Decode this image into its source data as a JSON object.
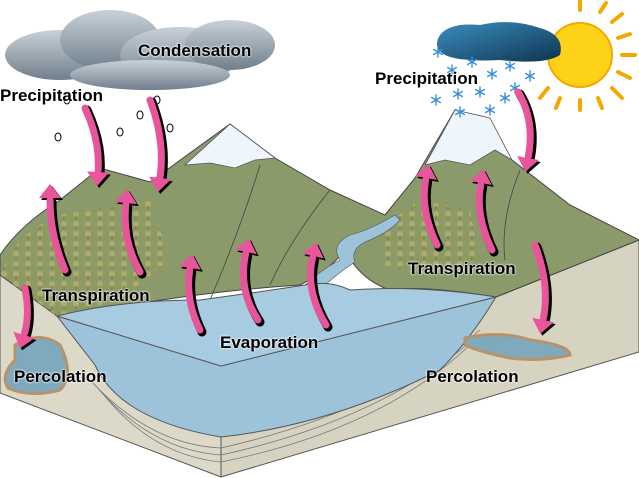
{
  "title": "Water cycle",
  "labels": {
    "condensation": "Condensation",
    "precipitation_left": "Precipitation",
    "precipitation_right": "Precipitation",
    "transpiration_left": "Transpiration",
    "transpiration_right": "Transpiration",
    "evaporation": "Evaporation",
    "percolation_left": "Percolation",
    "percolation_right": "Percolation"
  },
  "colors": {
    "arrow": "#e8559a",
    "water": "#9cc3da",
    "land": "#8a9a6a",
    "soil": "#dcd9c8",
    "snow": "#eef6fb",
    "sun": "#ffd21a",
    "cloud": "#9aa7b1",
    "storm_cloud": "#1f5f86"
  }
}
